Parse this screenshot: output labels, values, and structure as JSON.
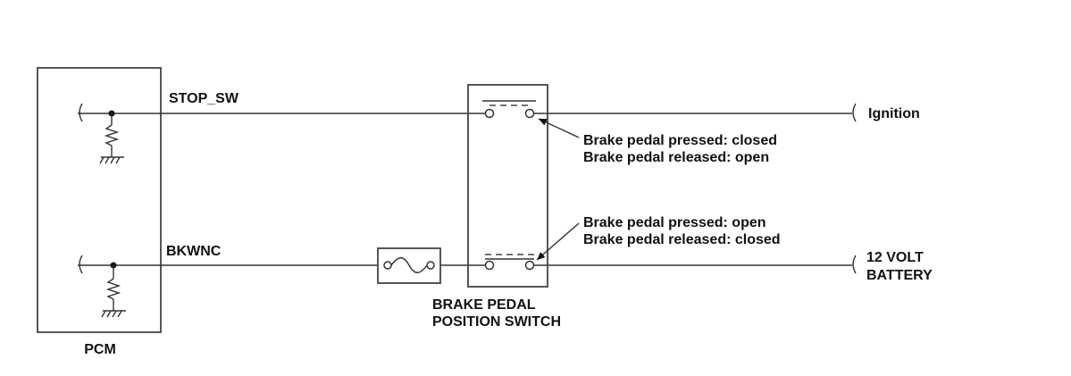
{
  "modules": {
    "pcm": "PCM",
    "switch_line1": "BRAKE PEDAL",
    "switch_line2": "POSITION SWITCH"
  },
  "signals": {
    "stop_sw": "STOP_SW",
    "bkwnc": "BKWNC"
  },
  "sources": {
    "ignition": "Ignition",
    "battery_line1": "12 VOLT",
    "battery_line2": "BATTERY"
  },
  "callouts": {
    "upper_line1": "Brake pedal pressed: closed",
    "upper_line2": "Brake pedal released: open",
    "lower_line1": "Brake pedal pressed: open",
    "lower_line2": "Brake pedal released: closed"
  }
}
